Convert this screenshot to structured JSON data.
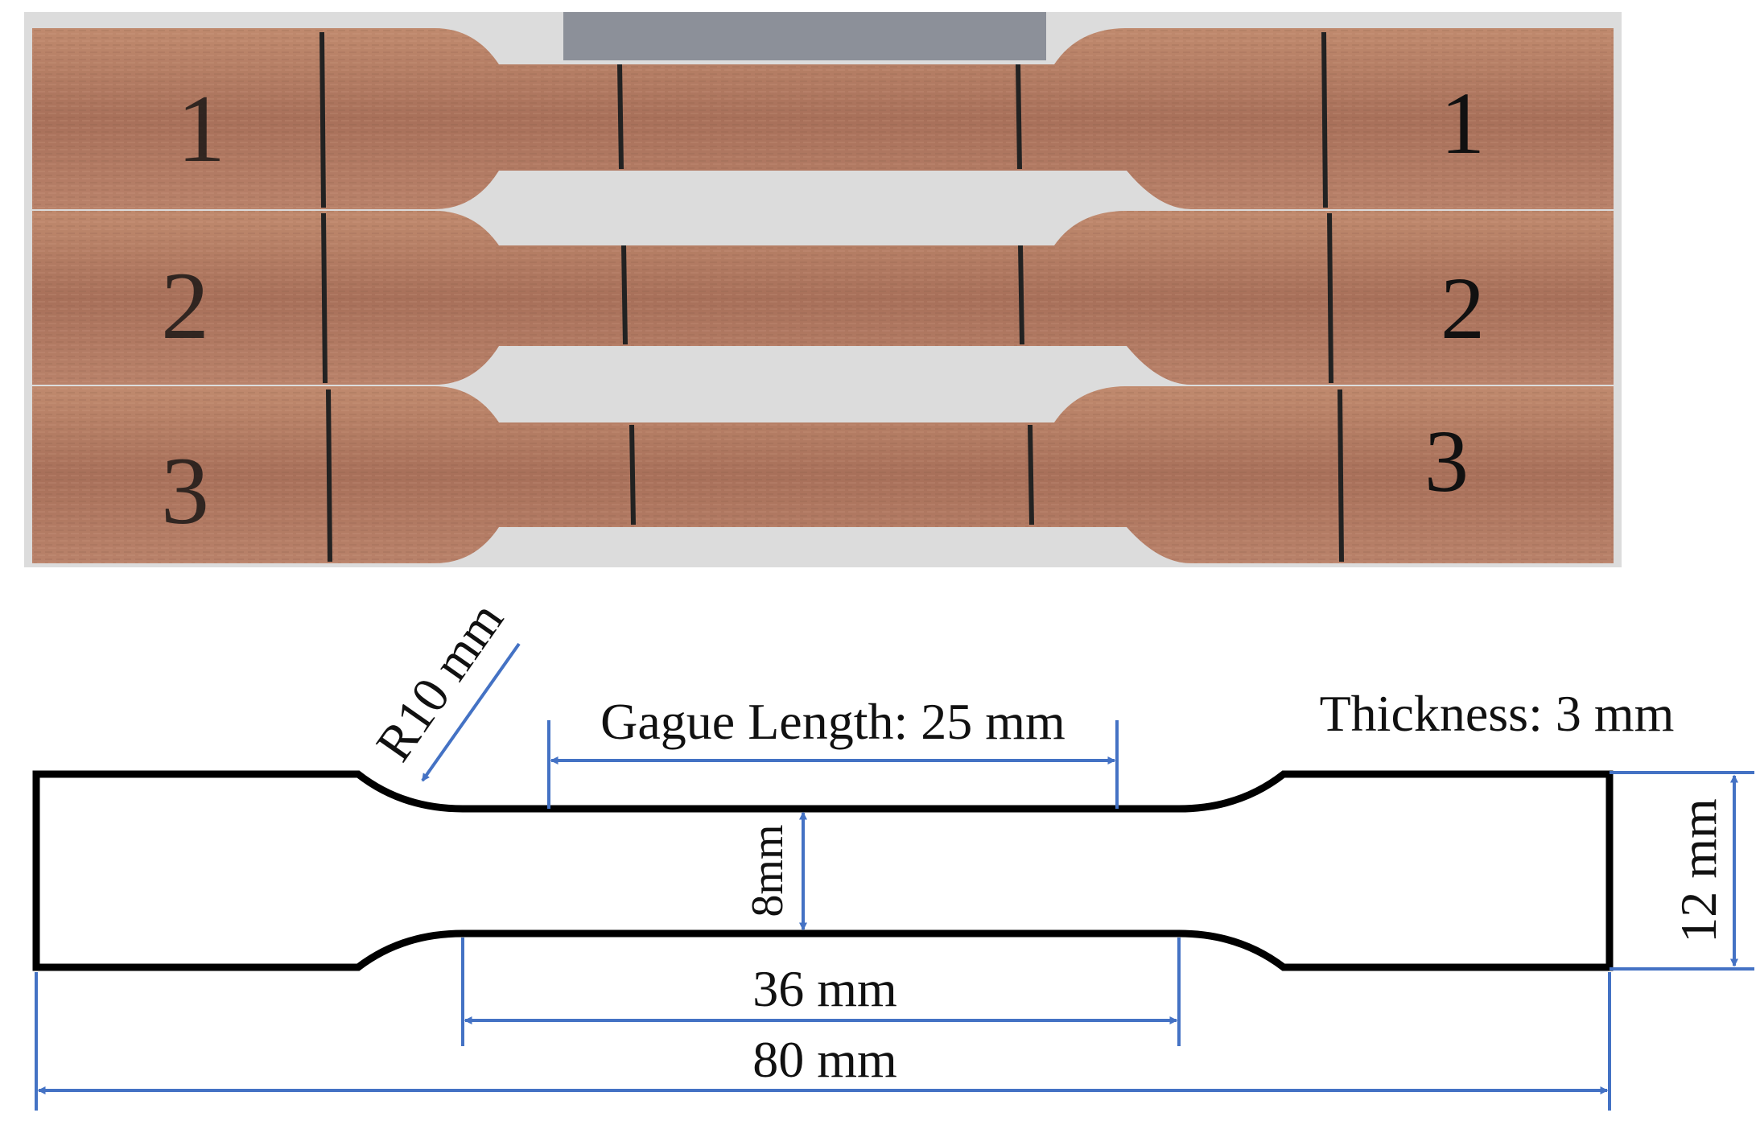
{
  "photo": {
    "specimens": [
      {
        "number": "1"
      },
      {
        "number": "2"
      },
      {
        "number": "3"
      }
    ]
  },
  "drawing": {
    "radius_label": "R10 mm",
    "gauge_label": "Gague Length: 25 mm",
    "thickness_label": "Thickness: 3 mm",
    "neck_width_label": "8mm",
    "grip_width_label": "12 mm",
    "reduced_section_label": "36 mm",
    "total_length_label": "80 mm"
  },
  "colors": {
    "outline": "#000000",
    "dimension": "#4472c4",
    "copper": "#b87c5f",
    "copper_dark": "#8a5a44",
    "marker": "#222222"
  }
}
